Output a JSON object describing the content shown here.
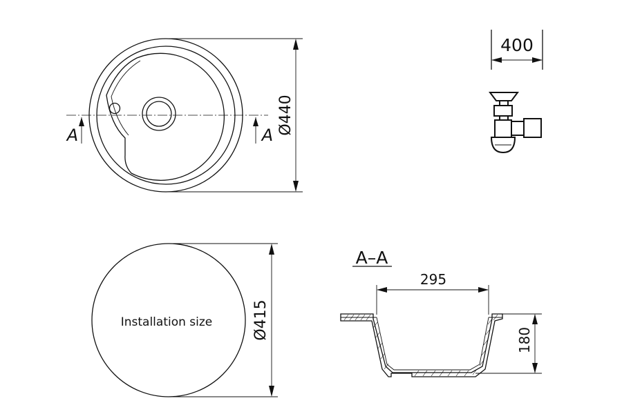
{
  "top_view": {
    "section_mark_left": "A",
    "section_mark_right": "A",
    "diameter_label": "Ø440"
  },
  "dims": {
    "width_label": "400",
    "install_diameter_label": "Ø415",
    "section_width_label": "295",
    "depth_label": "180"
  },
  "install": {
    "caption": "Installation size"
  },
  "section": {
    "title": "A–A"
  }
}
